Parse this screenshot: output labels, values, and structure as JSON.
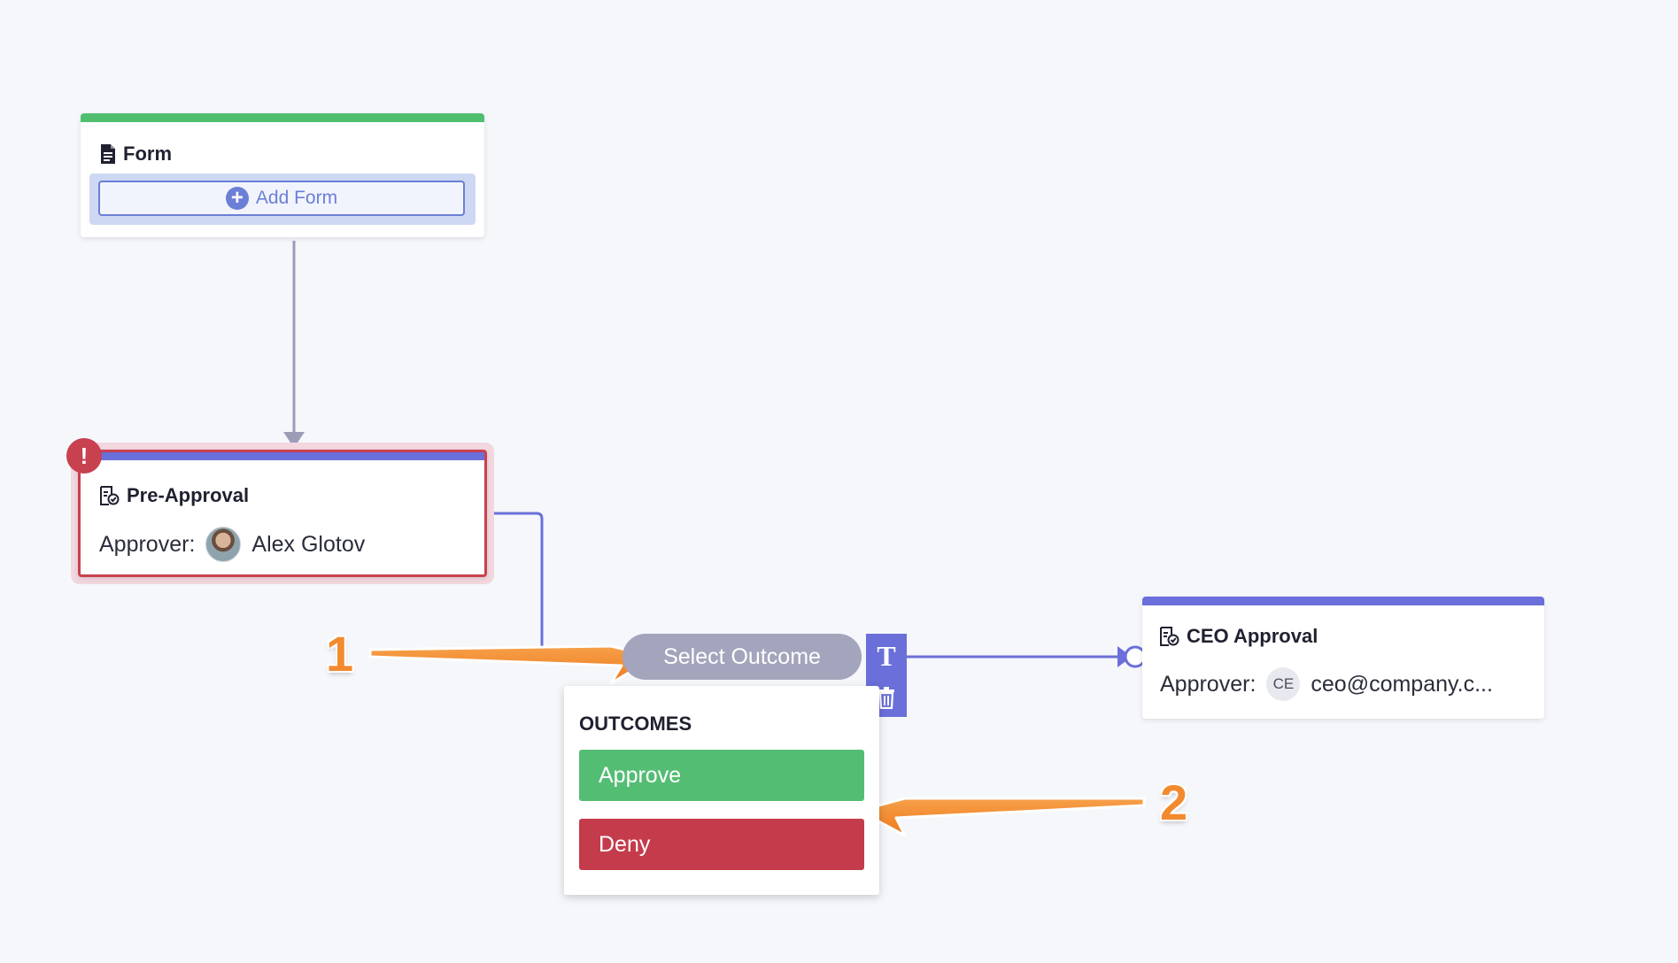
{
  "form_node": {
    "title": "Form",
    "add_form_label": "Add Form",
    "accent_color": "#4fbf6f"
  },
  "pre_approval_node": {
    "title": "Pre-Approval",
    "approver_label": "Approver:",
    "approver_name": "Alex Glotov",
    "error_badge": "!",
    "state": "error"
  },
  "ceo_node": {
    "title": "CEO Approval",
    "approver_label": "Approver:",
    "approver_initials": "CE",
    "approver_email": "ceo@company.c..."
  },
  "connector": {
    "select_outcome_label": "Select Outcome",
    "text_tool_label": "T"
  },
  "outcomes": {
    "heading": "OUTCOMES",
    "items": [
      {
        "label": "Approve",
        "color": "#54bd74"
      },
      {
        "label": "Deny",
        "color": "#c43c4b"
      }
    ]
  },
  "annotations": {
    "callout_1": "1",
    "callout_2": "2"
  },
  "colors": {
    "accent": "#6a6fd9",
    "error": "#c8414e",
    "connector_gray": "#a3a5bc",
    "callout_orange": "#f28a2e"
  }
}
